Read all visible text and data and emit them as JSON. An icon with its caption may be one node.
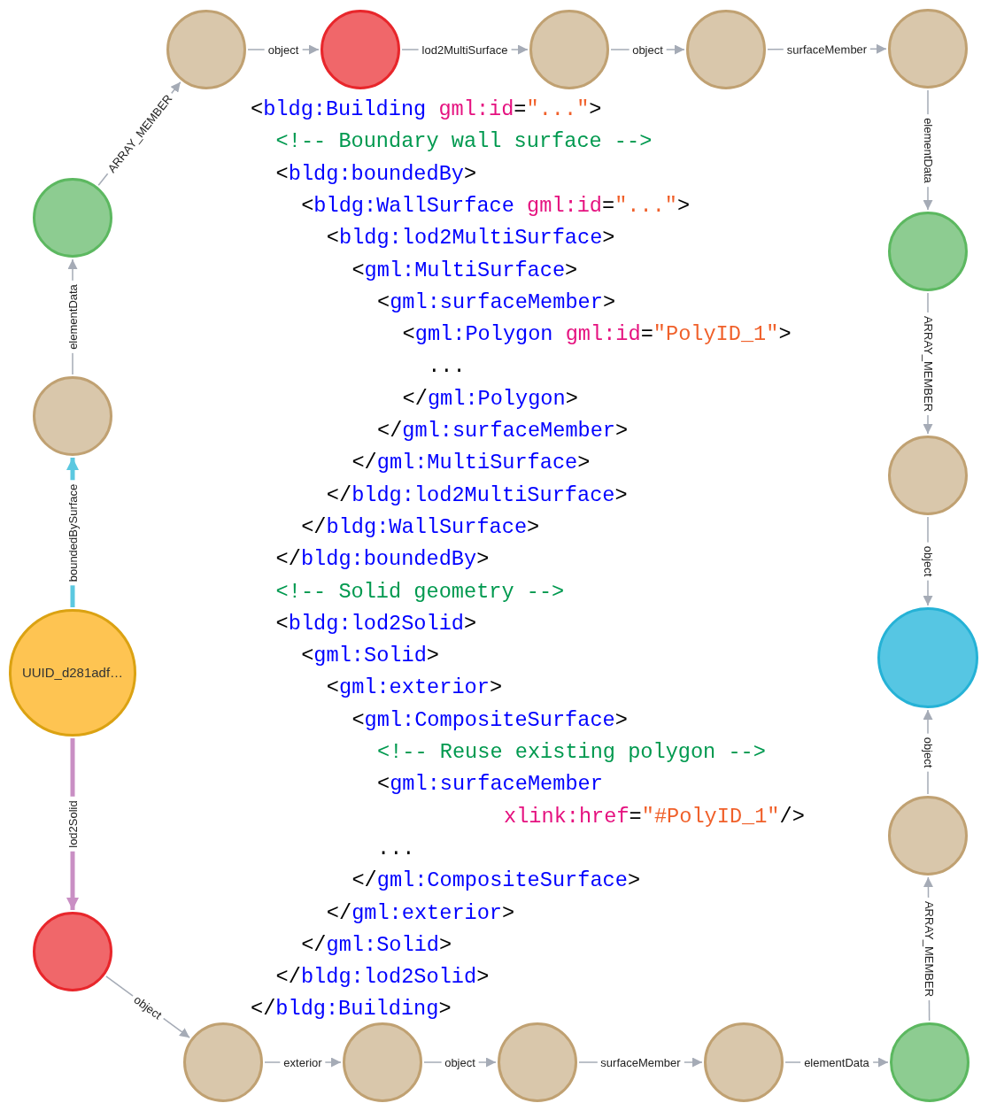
{
  "diagram": {
    "nodes": [
      {
        "text": [
          "UUID_d281adf…"
        ]
      },
      {
        "text": [],
        "shape": "circle"
      },
      {
        "text": [],
        "shape": "circle"
      },
      {
        "text": [],
        "shape": "circle"
      },
      {
        "text": [],
        "shape": "circle"
      },
      {
        "text": [],
        "shape": "circle"
      },
      {
        "text": [],
        "shape": "circle"
      },
      {
        "text": [],
        "shape": "circle"
      },
      {
        "text": [],
        "shape": "circle"
      },
      {
        "text": [],
        "shape": "circle"
      },
      {
        "text": [],
        "shape": "circle"
      },
      {
        "text": [],
        "shape": "circle"
      },
      {
        "text": [],
        "shape": "circle"
      },
      {
        "text": [],
        "shape": "circle"
      },
      {
        "text": [],
        "shape": "circle"
      },
      {
        "text": [],
        "shape": "circle"
      },
      {
        "text": [],
        "shape": "circle"
      },
      {
        "text": [],
        "shape": "circle"
      }
    ],
    "edges": [
      {
        "from": 0,
        "to": 1,
        "arrow": "to",
        "label": "boundedBySurface",
        "style": "thick",
        "color": "#5bc8e0"
      },
      {
        "from": 1,
        "to": 2,
        "arrow": "to",
        "label": "elementData"
      },
      {
        "from": 2,
        "to": 3,
        "arrow": "to",
        "label": "ARRAY_MEMBER"
      },
      {
        "from": 3,
        "to": 4,
        "arrow": "to",
        "label": "object"
      },
      {
        "from": 4,
        "to": 5,
        "arrow": "to",
        "label": "lod2MultiSurface"
      },
      {
        "from": 5,
        "to": 6,
        "arrow": "to",
        "label": "object"
      },
      {
        "from": 6,
        "to": 7,
        "arrow": "to",
        "label": "surfaceMember"
      },
      {
        "from": 7,
        "to": 8,
        "arrow": "to",
        "label": "elementData"
      },
      {
        "from": 8,
        "to": 9,
        "arrow": "to",
        "label": "ARRAY_MEMBER"
      },
      {
        "from": 9,
        "to": 10,
        "arrow": "to",
        "label": "object"
      },
      {
        "from": 11,
        "to": 10,
        "arrow": "to",
        "label": "object"
      },
      {
        "from": 12,
        "to": 11,
        "arrow": "to",
        "label": "ARRAY_MEMBER"
      },
      {
        "from": 13,
        "to": 12,
        "arrow": "to",
        "label": "elementData"
      },
      {
        "from": 14,
        "to": 13,
        "arrow": "to",
        "label": "surfaceMember"
      },
      {
        "from": 15,
        "to": 14,
        "arrow": "to",
        "label": "object"
      },
      {
        "from": 16,
        "to": 15,
        "arrow": "to",
        "label": "exterior"
      },
      {
        "from": 17,
        "to": 16,
        "arrow": "to",
        "label": "object"
      },
      {
        "from": 0,
        "to": 17,
        "arrow": "to",
        "label": "lod2Solid",
        "style": "thick",
        "color": "#c98fc4"
      }
    ],
    "labels": [
      "<bldg:Building gml:id=\"...\">",
      "<!-- Boundary wall surface -->",
      "<bldg:boundedBy>",
      "<bldg:WallSurface gml:id=\"...\">",
      "<bldg:lod2MultiSurface>",
      "<gml:MultiSurface>",
      "<gml:surfaceMember>",
      "<gml:Polygon gml:id=\"PolyID_1\">",
      "...",
      "</gml:Polygon>",
      "</gml:surfaceMember>",
      "</gml:MultiSurface>",
      "</bldg:lod2MultiSurface>",
      "</bldg:WallSurface>",
      "</bldg:boundedBy>",
      "<!-- Solid geometry -->",
      "<bldg:lod2Solid>",
      "<gml:Solid>",
      "<gml:exterior>",
      "<gml:CompositeSurface>",
      "<!-- Reuse existing polygon -->",
      "<gml:surfaceMember",
      "xlink:href=\"#PolyID_1\"/>",
      "...",
      "</gml:CompositeSurface>",
      "</gml:exterior>",
      "</gml:Solid>",
      "</bldg:lod2Solid>",
      "</bldg:Building>"
    ]
  }
}
